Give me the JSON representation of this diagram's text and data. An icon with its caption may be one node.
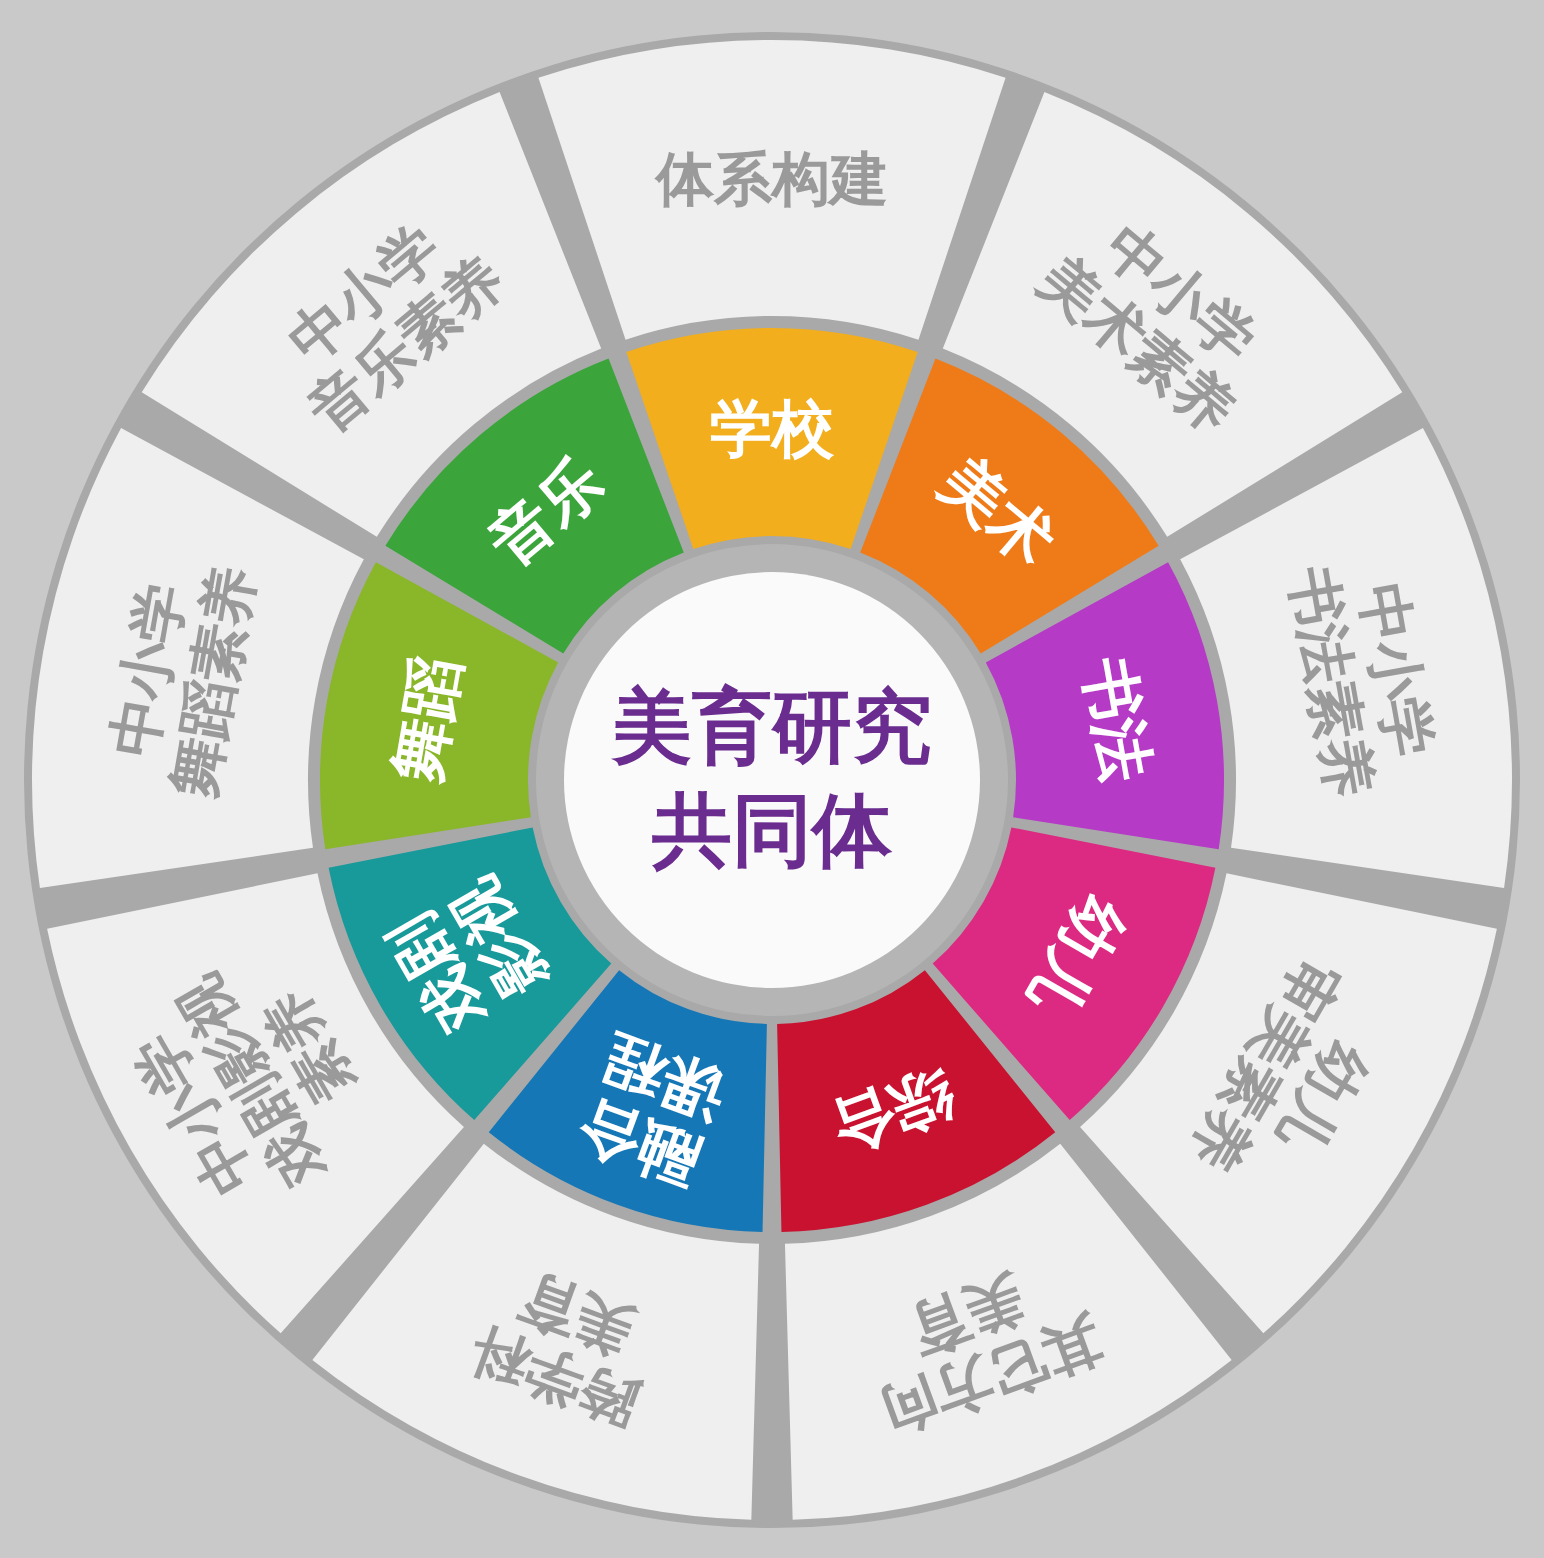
{
  "diagram": {
    "nodes": [
      {
        "text": [
          "美育研究共同体"
        ]
      },
      {
        "text": [
          "学校"
        ]
      },
      {
        "text": [
          "美术"
        ]
      },
      {
        "text": [
          "书法"
        ]
      },
      {
        "text": [
          "幼儿"
        ]
      },
      {
        "text": [
          "综合"
        ]
      },
      {
        "text": [
          "融合课程"
        ]
      },
      {
        "text": [
          "戏剧影视"
        ]
      },
      {
        "text": [
          "舞蹈"
        ]
      },
      {
        "text": [
          "音乐"
        ]
      },
      {
        "text": [
          "体系构建"
        ]
      },
      {
        "text": [
          "中小学美术素养"
        ]
      },
      {
        "text": [
          "中小学书法素养"
        ]
      },
      {
        "text": [
          "幼儿审美素养"
        ]
      },
      {
        "text": [
          "其它方向美育"
        ]
      },
      {
        "text": [
          "跨学科美育"
        ]
      },
      {
        "text": [
          "中小学戏剧影视素养"
        ]
      },
      {
        "text": [
          "中小学舞蹈素养"
        ]
      },
      {
        "text": [
          "中小学音乐素养"
        ]
      }
    ],
    "edges": []
  }
}
